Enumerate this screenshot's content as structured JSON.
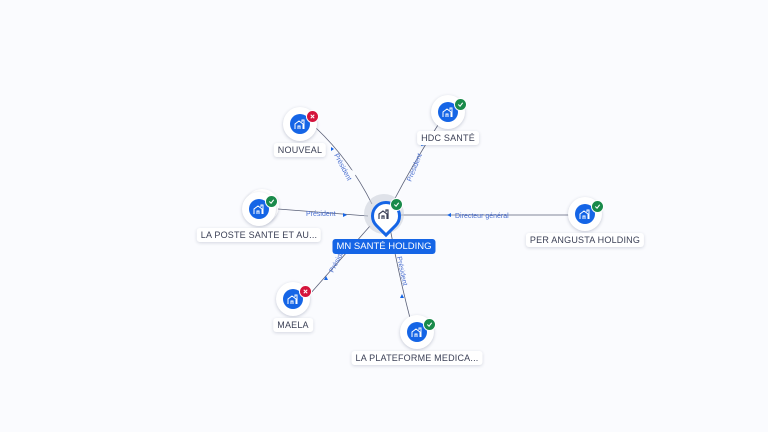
{
  "center": {
    "name": "MN SANTÉ HOLDING",
    "status": "active",
    "icon": "building-icon"
  },
  "nodes": [
    {
      "id": "nouveal",
      "name": "NOUVEAL",
      "status": "inactive",
      "relation": "Président"
    },
    {
      "id": "hdc",
      "name": "HDC SANTÉ",
      "status": "active",
      "relation": "Président"
    },
    {
      "id": "laposte",
      "name": "LA POSTE SANTE ET AU...",
      "status": "active",
      "relation": "Président"
    },
    {
      "id": "perangusta",
      "name": "PER ANGUSTA HOLDING",
      "status": "active",
      "relation": "Directeur général"
    },
    {
      "id": "maela",
      "name": "MAELA",
      "status": "inactive",
      "relation": "Président"
    },
    {
      "id": "plateforme",
      "name": "LA PLATEFORME MEDICA...",
      "status": "active",
      "relation": "Président"
    }
  ],
  "colors": {
    "primary": "#1565e6",
    "active": "#198a4a",
    "inactive": "#d4143c",
    "edge": "#5a6078",
    "edge_label": "#4a6fd0"
  }
}
